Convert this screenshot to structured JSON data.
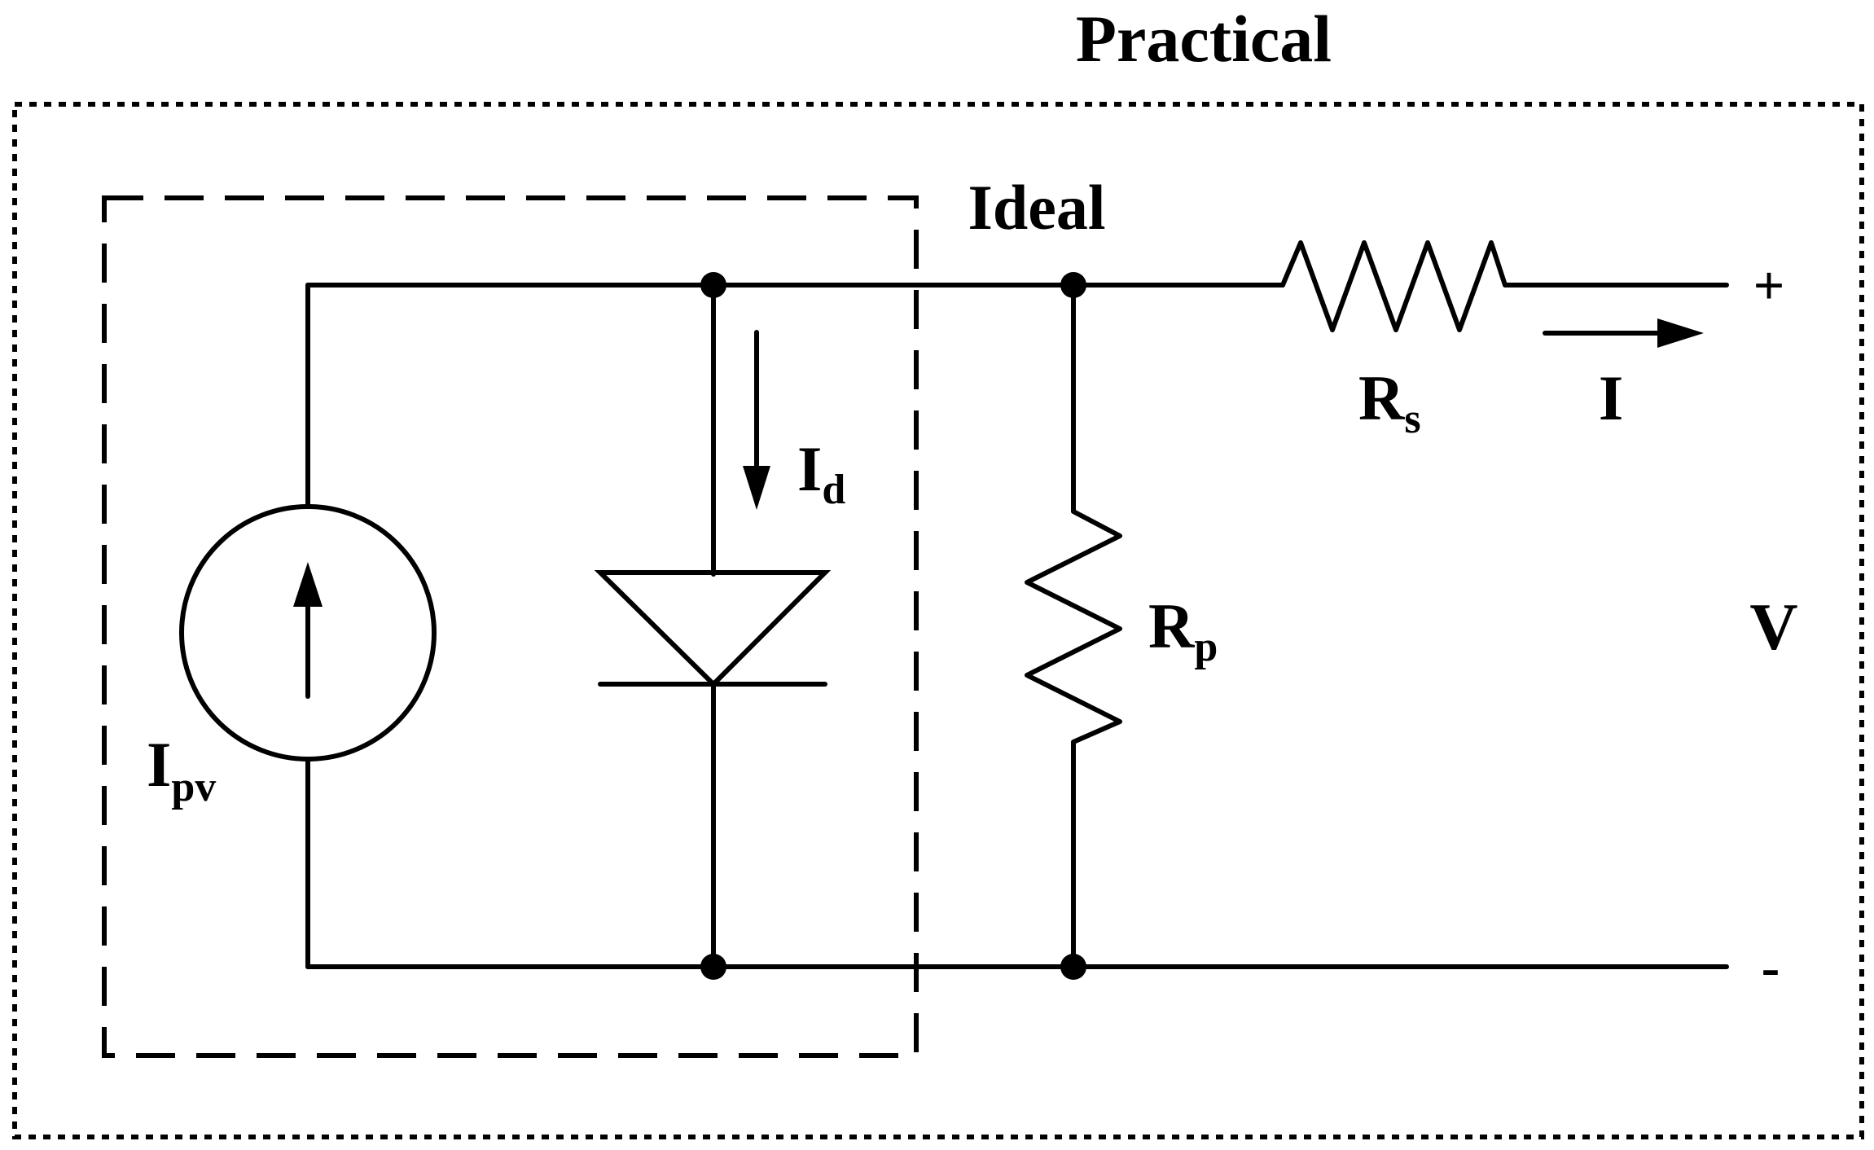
{
  "labels": {
    "practical": "Practical",
    "ideal": "Ideal",
    "source_main": "I",
    "source_sub": "pv",
    "diode_current_main": "I",
    "diode_current_sub": "d",
    "rp_main": "R",
    "rp_sub": "p",
    "rs_main": "R",
    "rs_sub": "s",
    "output_current": "I",
    "voltage": "V",
    "plus": "+",
    "minus": "-"
  },
  "colors": {
    "line": "#000000",
    "background": "#ffffff"
  }
}
